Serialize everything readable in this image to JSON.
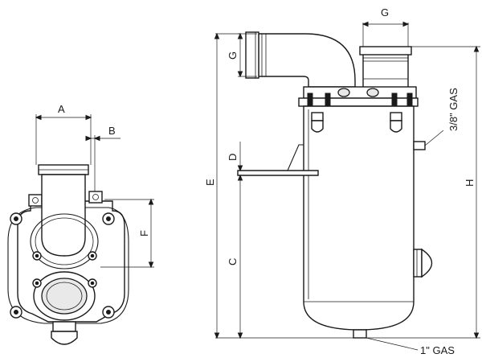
{
  "dimensions": {
    "A": "A",
    "B": "B",
    "F": "F",
    "G": "G",
    "E": "E",
    "D": "D",
    "C": "C",
    "H": "H"
  },
  "connections": {
    "side_port": "3/8\" GAS",
    "bottom_port": "1\" GAS"
  }
}
